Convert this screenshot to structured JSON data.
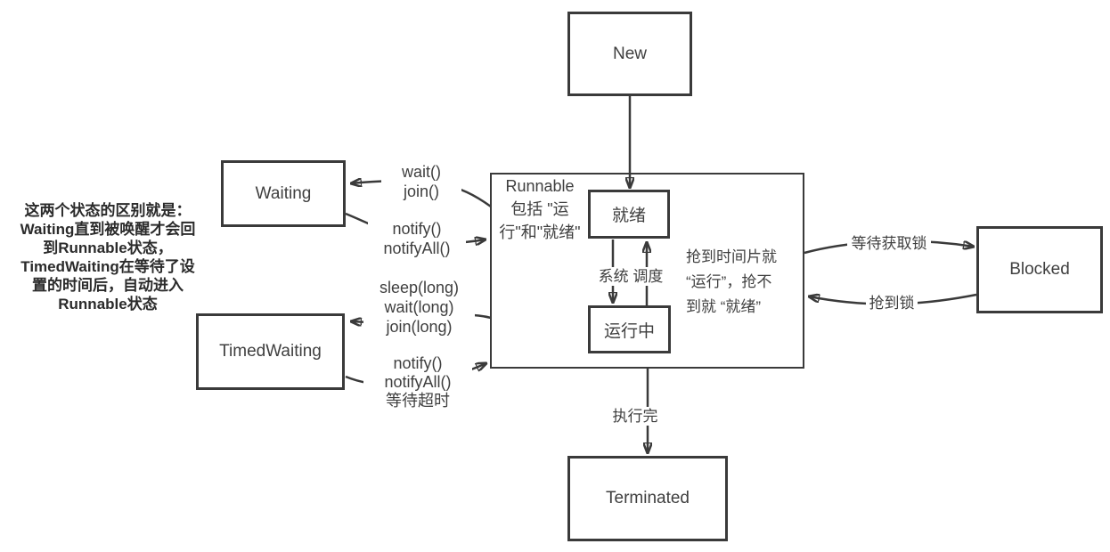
{
  "diagram": {
    "states": {
      "new": "New",
      "waiting": "Waiting",
      "timed_waiting": "TimedWaiting",
      "blocked": "Blocked",
      "terminated": "Terminated",
      "ready": "就绪",
      "running": "运行中"
    },
    "runnable": {
      "title": "Runnable\n包括 \"运\n行\"和\"就绪\"",
      "timeslice_note": "抢到时间片就\n“运行”，抢不\n到就 “就绪”",
      "scheduler_label": "系统 调度"
    },
    "edges": {
      "wait_join": "wait()\njoin()",
      "notify_from_waiting": "notify()\nnotifyAll()",
      "timed_methods": "sleep(long)\nwait(long)\njoin(long)",
      "notify_timeout": "notify()\nnotifyAll()\n等待超时",
      "acquire_lock": "等待获取锁",
      "got_lock": "抢到锁",
      "finish": "执行完"
    },
    "side_note": "这两个状态的区别就是：\nWaiting直到被唤醒才会回\n到Runnable状态，\nTimedWaiting在等待了设\n置的时间后，自动进入\nRunnable状态",
    "colors": {
      "line": "#3a3a3a",
      "text": "#3f3f3f",
      "note_text": "#2b2b2b",
      "background": "#ffffff"
    }
  }
}
